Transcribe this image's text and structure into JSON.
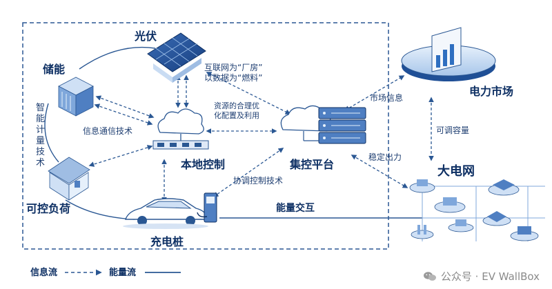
{
  "nodes": {
    "pv": "光伏",
    "storage": "储能",
    "local_control": "本地控制",
    "platform": "集控平台",
    "market": "电力市场",
    "grid": "大电网",
    "load": "可控负荷",
    "charger": "充电桩"
  },
  "annotations": {
    "internet_line1": "互联网为“厂房”",
    "internet_line2": "以数据为“燃料”",
    "resource_line1": "资源的合理优",
    "resource_line2": "化配置及利用",
    "info_comm": "信息通信技术",
    "smart_metering": [
      "智",
      "能",
      "计",
      "量",
      "技",
      "术"
    ],
    "coord_control": "协调控制技术",
    "market_info": "市场信息",
    "stable_output": "稳定出力",
    "adjustable_capacity": "可调容量",
    "energy_exchange": "能量交互"
  },
  "legend": {
    "info_flow": "信息流",
    "energy_flow": "能量流"
  },
  "watermark": {
    "text": "公众号 · EV WallBox",
    "icon": "wechat-icon"
  },
  "colors": {
    "primary": "#0d2f63",
    "accent": "#2f6fc0",
    "light": "#a8c6ea",
    "line": "#2a5793"
  }
}
